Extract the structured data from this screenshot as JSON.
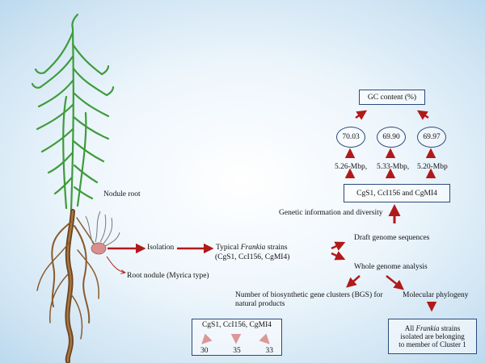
{
  "labels": {
    "nodule_root": "Nodule root",
    "isolation": "Isolation",
    "typical_prefix": "Typical ",
    "typical_italic": "Frankia",
    "typical_suffix": " strains",
    "strains_paren": "(CgS1, CcI156, CgMI4)",
    "root_nodule": "Root nodule (Myrica type)",
    "draft_genome": "Draft genome sequences",
    "whole_genome": "Whole genome analysis",
    "genetic_info": "Genetic information and diversity",
    "bgc_line1": "Number of biosynthetic gene clusters (BGS) for",
    "bgc_line2": "natural products",
    "molecular_phylogeny": "Molecular phylogeny"
  },
  "gc_content": {
    "title": "GC content (%)",
    "values": [
      "70.03",
      "69.90",
      "69.97"
    ]
  },
  "genome_sizes": [
    "5.26-Mbp,",
    "5.33-Mbp,",
    "5.20-Mbp"
  ],
  "strain_box": "CgS1, CcI156 and CgMI4",
  "bgc_box": {
    "header": "CgS1, CcI156, CgMI4",
    "counts": [
      "30",
      "35",
      "33"
    ]
  },
  "conclusion": {
    "line1_prefix": "All ",
    "line1_italic": "Frankia",
    "line1_suffix": " strains",
    "line2": "isolated are belonging",
    "line3": "to member of Cluster 1"
  },
  "colors": {
    "arrow": "#b11a1a",
    "plant_green": "#3f9b3a",
    "root_brown": "#8a5a2b",
    "nodule_pink": "#d88f8f",
    "box_border": "#2b4a7a"
  }
}
